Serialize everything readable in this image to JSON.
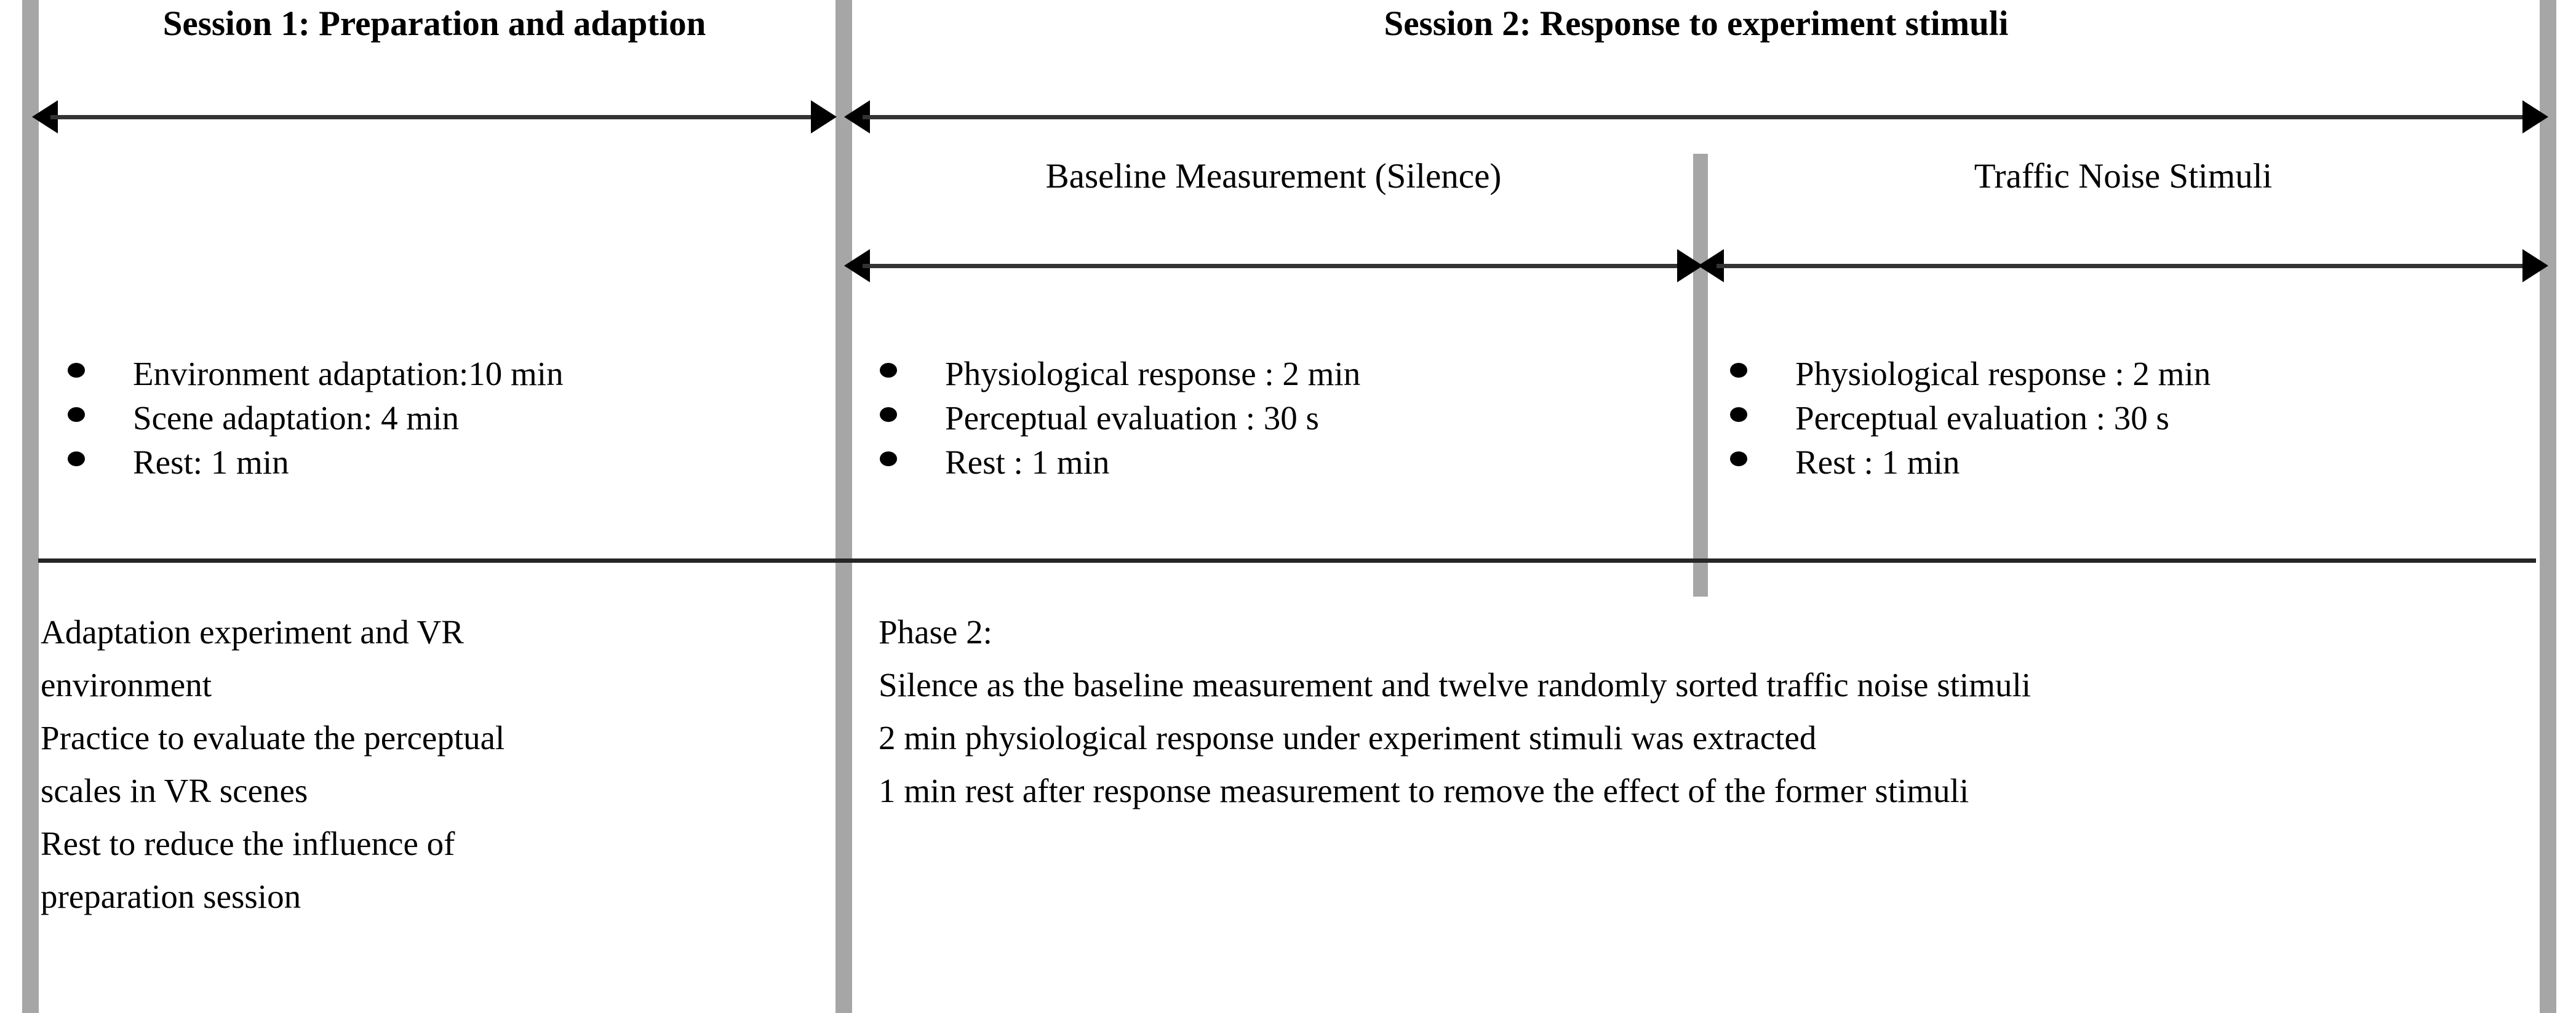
{
  "diagram": {
    "title_session_1": "Session 1: Preparation and adaption",
    "title_session_2": "Session 2: Response to experiment stimuli",
    "subtitle_baseline": "Baseline Measurement (Silence)",
    "subtitle_traffic": "Traffic Noise Stimuli",
    "colors": {
      "rail": "#a6a6a6",
      "divider": "#262626",
      "arrow": "#000000",
      "background": "#ffffff",
      "text": "#000000"
    },
    "columns": {
      "session1": {
        "bullets": [
          "Environment adaptation:10 min",
          "Scene adaptation: 4 min",
          "Rest: 1 min"
        ],
        "description_lines": [
          "Adaptation experiment and VR",
          "environment",
          "Practice to evaluate the perceptual",
          "scales in VR scenes",
          "Rest to reduce the influence of",
          "preparation session"
        ]
      },
      "baseline": {
        "bullets": [
          "Physiological response : 2 min",
          "Perceptual evaluation : 30 s",
          "Rest : 1 min"
        ]
      },
      "traffic": {
        "bullets": [
          "Physiological response : 2 min",
          "Perceptual evaluation : 30 s",
          "Rest : 1 min"
        ]
      },
      "session2": {
        "description_lines": [
          "Phase 2:",
          "Silence as the baseline measurement and twelve randomly sorted traffic noise stimuli",
          "2 min physiological response under experiment stimuli was extracted",
          "1 min rest after response measurement to remove the effect of the former stimuli"
        ]
      }
    },
    "arrows": {
      "session1_arrow": "double-headed-arrow",
      "session2_arrow": "double-headed-arrow",
      "baseline_arrow": "double-headed-arrow",
      "traffic_arrow": "double-headed-arrow"
    }
  }
}
